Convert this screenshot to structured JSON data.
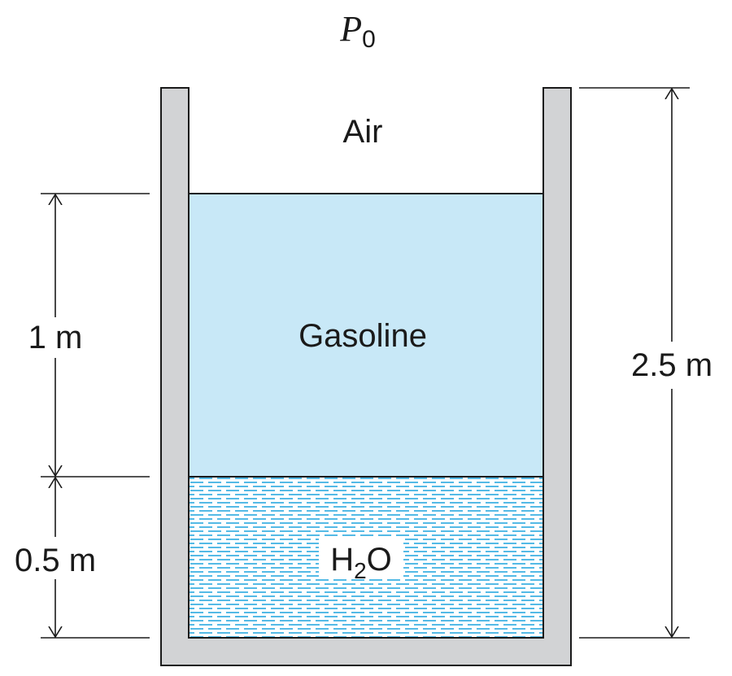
{
  "pressure_label": {
    "base": "P",
    "subscript": "0"
  },
  "layers": {
    "air": "Air",
    "gasoline": "Gasoline",
    "water": {
      "base": "H",
      "subscript": "2",
      "suffix": "O"
    }
  },
  "dimensions": {
    "gasoline_depth": "1 m",
    "water_depth": "0.5 m",
    "tank_height": "2.5 m"
  },
  "colors": {
    "gasoline_fill": "#c8e8f7",
    "water_dash": "#29a9e0",
    "tank_wall": "#d2d3d5",
    "line": "#1a1a1a"
  }
}
